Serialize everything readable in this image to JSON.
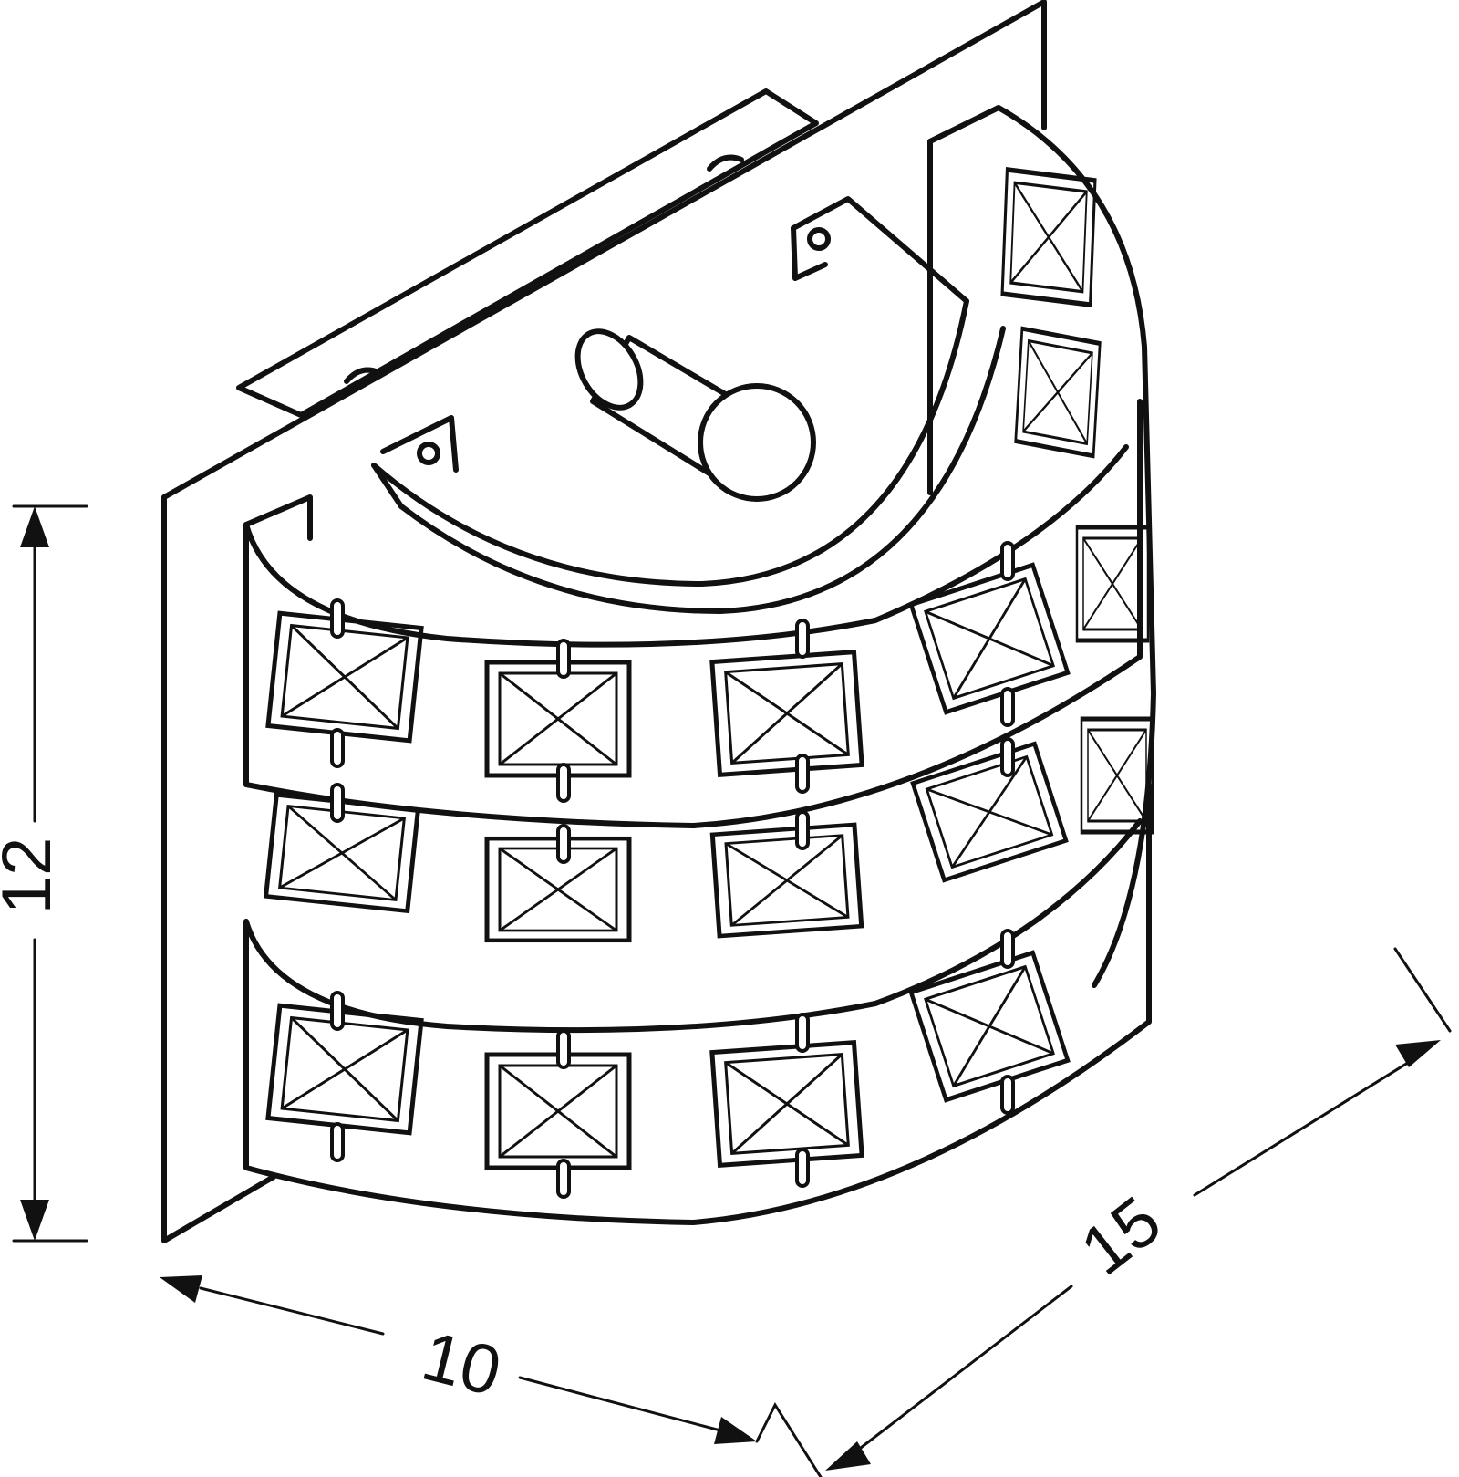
{
  "diagram": {
    "dimensions": {
      "height_label": "12",
      "width_label": "10",
      "depth_label": "15"
    },
    "colors": {
      "line": "#111111",
      "background": "#ffffff"
    }
  }
}
